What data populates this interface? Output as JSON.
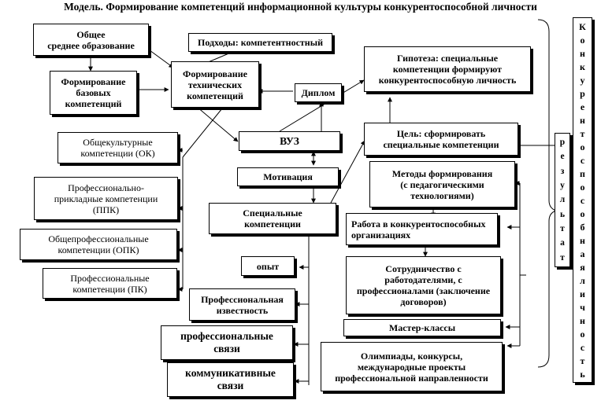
{
  "title": "Модель. Формирование компетенций информационной культуры конкурентоспособной личности",
  "boxes": {
    "general_education": "Общее\nсреднее образование",
    "approaches": "Подходы: компетентностный",
    "hypothesis": "Гипотеза: специальные\nкомпетенции формируют\nконкурентоспособную личность",
    "basic_competencies": "Формирование\nбазовых\nкомпетенций",
    "technical_competencies": "Формирование\nтехнических\nкомпетенций",
    "diploma": "Диплом",
    "general_cultural": "Общекультурные\nкомпетенции (ОК)",
    "university": "ВУЗ",
    "goal": "Цель: сформировать\nспециальные компетенции",
    "motivation": "Мотивация",
    "methods": "Методы формирования\n(с педагогическими\nтехнологиями)",
    "professional_applied": "Профессионально-\nприкладные компетенции\n(ППК)",
    "special_competencies": "Специальные\nкомпетенции",
    "competitive_orgs": "Работа в конкурентоспособных\nорганизациях",
    "general_professional": "Общепрофессиональные\nкомпетенции (ОПК)",
    "cooperation": "Сотрудничество с\nработодателями, с\nпрофессионалами (заключение\nдоговоров)",
    "experience": "опыт",
    "professional": "Профессиональные\nкомпетенции (ПК)",
    "prof_fame": "Профессиональная\nизвестность",
    "master_classes": "Мастер-классы",
    "prof_connections": "профессиональные\nсвязи",
    "olympiads": "Олимпиады, конкурсы,\nмеждународные проекты\nпрофессиональной направленности",
    "communicative": "коммуникативные\nсвязи"
  },
  "result_letters": [
    "р",
    "е",
    "з",
    "у",
    "л",
    "ь",
    "т",
    "а",
    "т"
  ],
  "competitive_letters": [
    "К",
    "о",
    "н",
    "к",
    "у",
    "р",
    "е",
    "н",
    "т",
    "о",
    "с",
    "п",
    "о",
    "с",
    "о",
    "б",
    "н",
    "а",
    "я",
    "л",
    "и",
    "ч",
    "н",
    "о",
    "с",
    "т",
    "ь"
  ]
}
